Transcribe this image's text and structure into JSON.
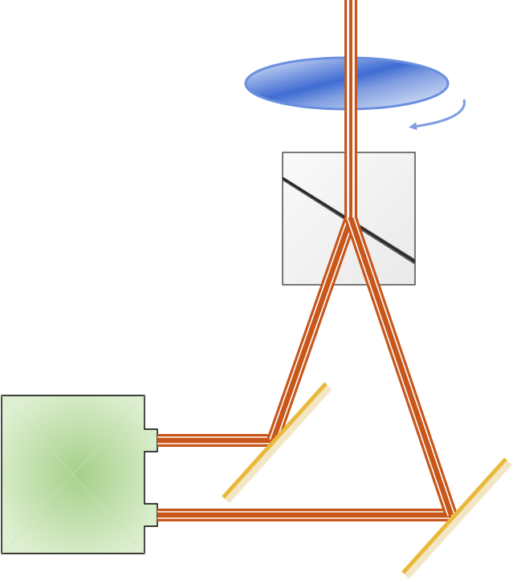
{
  "diagram": {
    "labels": [],
    "colors": {
      "beam_core": "#c8561a",
      "beam_gap": "#ffffff",
      "mirror": "#e8b93a",
      "mirror_shadow": "#f2e6c4",
      "source_fill_center": "#a6d08a",
      "source_fill_edge": "#dff0d2",
      "source_stroke": "#000000",
      "cube_fill": "#f3f3f3",
      "cube_stroke": "#222222",
      "lens_fill": "#4f78d6",
      "lens_stroke": "#6a8fe0",
      "arrow": "#7f9de0"
    },
    "components": [
      {
        "name": "light-source",
        "kind": "box"
      },
      {
        "name": "beam-splitter",
        "kind": "cube"
      },
      {
        "name": "mirror-left",
        "kind": "flat-mirror"
      },
      {
        "name": "mirror-right",
        "kind": "flat-mirror"
      },
      {
        "name": "lens",
        "kind": "ellipse"
      },
      {
        "name": "rotation-arrow",
        "kind": "curved-arrow"
      }
    ]
  }
}
